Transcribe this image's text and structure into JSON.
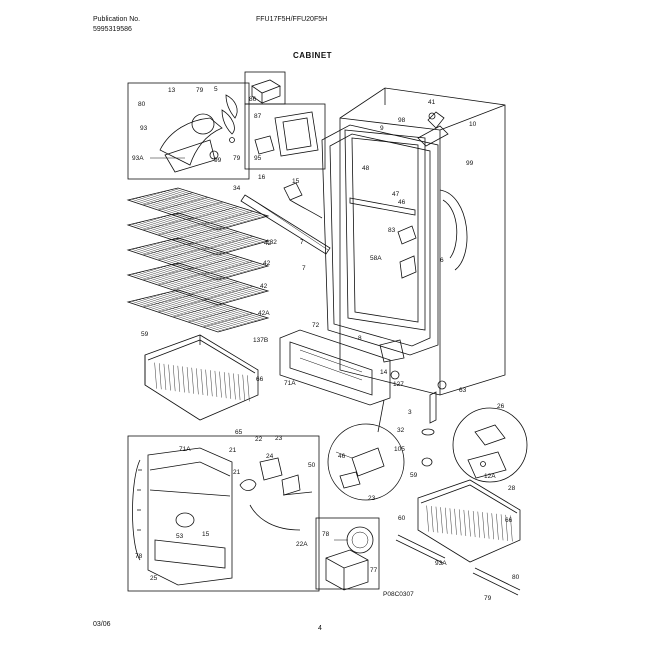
{
  "header": {
    "pub_label": "Publication No.",
    "pub_number": "5995319586",
    "model": "FFU17F5H/FFU20F5H",
    "title": "CABINET"
  },
  "footer": {
    "date": "03/06",
    "page": "4",
    "diagram_code": "P08C0307"
  },
  "callouts": [
    "13",
    "79",
    "5",
    "80",
    "93",
    "93A",
    "99",
    "79",
    "86",
    "87",
    "95",
    "41",
    "98",
    "10",
    "99",
    "9",
    "48",
    "47",
    "46",
    "6",
    "83",
    "58A",
    "7",
    "7",
    "8",
    "34",
    "16",
    "15",
    "42",
    "132",
    "42",
    "42",
    "42A",
    "137B",
    "72",
    "71A",
    "59",
    "66",
    "65",
    "14",
    "127",
    "63",
    "3",
    "32",
    "105",
    "26",
    "12A",
    "28",
    "59",
    "60",
    "66",
    "93A",
    "79",
    "80",
    "21",
    "22",
    "23",
    "24",
    "21",
    "22A",
    "50",
    "46",
    "23",
    "78",
    "77",
    "71A",
    "78",
    "53",
    "15",
    "25"
  ]
}
